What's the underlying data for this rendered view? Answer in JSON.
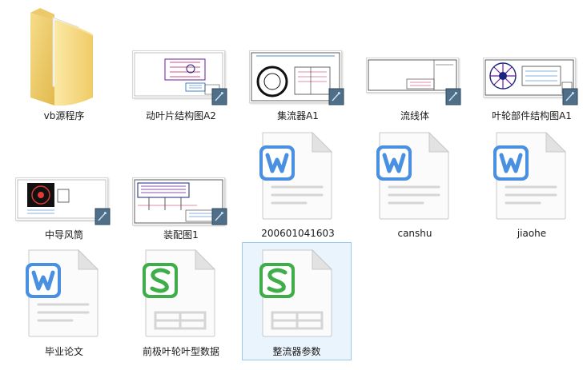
{
  "files": [
    {
      "label": "vb源程序",
      "type": "folder"
    },
    {
      "label": "动叶片结构图A2",
      "type": "cad"
    },
    {
      "label": "集流器A1",
      "type": "cad"
    },
    {
      "label": "流线体",
      "type": "cad"
    },
    {
      "label": "叶轮部件结构图A1",
      "type": "cad"
    },
    {
      "label": "200601041603",
      "type": "wps-writer"
    },
    {
      "label": "canshu",
      "type": "wps-writer"
    },
    {
      "label": "jiaohe",
      "type": "wps-writer"
    },
    {
      "label": "中导风筒",
      "type": "cad"
    },
    {
      "label": "装配图1",
      "type": "cad"
    },
    {
      "label": "毕业论文",
      "type": "wps-writer"
    },
    {
      "label": "前极叶轮叶型数据",
      "type": "wps-spreadsheet"
    },
    {
      "label": "整流器参数",
      "type": "wps-spreadsheet",
      "selected": true
    }
  ],
  "colors": {
    "writer": "#4a90e2",
    "spreadsheet": "#3fae49",
    "selection_fill": "#eaf4fd",
    "selection_border": "#99c9ef"
  }
}
